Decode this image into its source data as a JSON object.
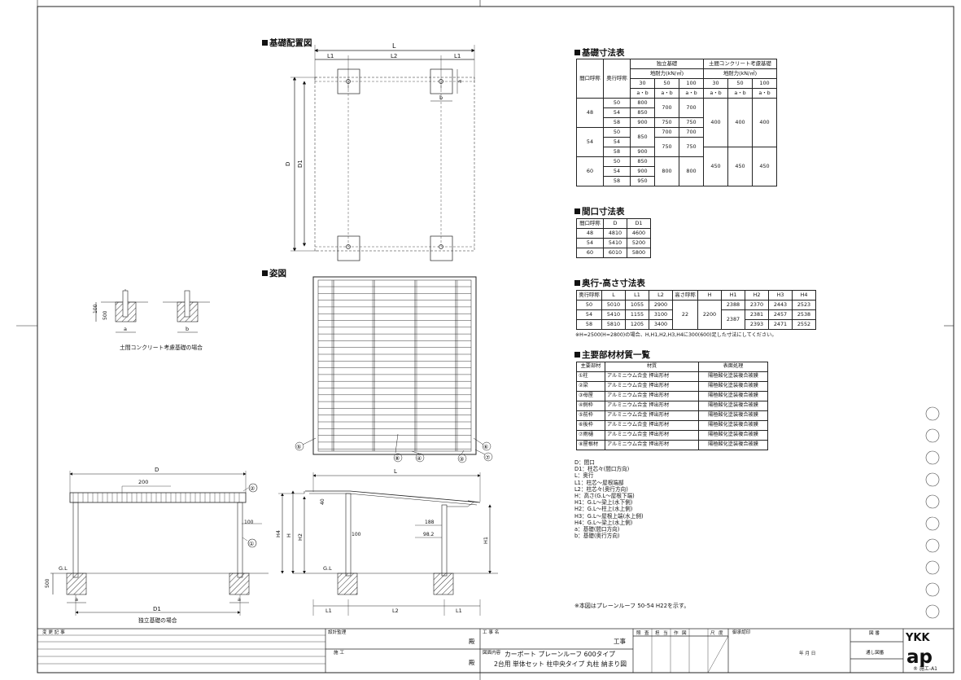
{
  "sections": {
    "layout": "基礎配置図",
    "elevation": "姿図",
    "foundation_table": "基礎寸法表",
    "frontage_table": "間口寸法表",
    "depth_height_table": "奥行-高さ寸法表",
    "materials_table": "主要部材材質一覧"
  },
  "foundation_table": {
    "h_frontage": "間口呼称",
    "h_depth": "奥行呼称",
    "h_independent": "独立基礎",
    "h_soil": "土間コンクリート考慮基礎",
    "h_bearing": "地耐力(kN/㎡)",
    "loads": [
      "30",
      "50",
      "100"
    ],
    "ab": "a・b",
    "g48": "48",
    "g54": "54",
    "g60": "60",
    "d": [
      "50",
      "54",
      "58"
    ],
    "r48": {
      "c30": [
        "800",
        "850",
        "900"
      ],
      "c50a": "700",
      "c50b": "750",
      "c100a": "700",
      "c100b": "750",
      "s": "400"
    },
    "r54": {
      "c30a": "850",
      "c30b": "900",
      "c50a": "700",
      "c50b": "750",
      "c100a": "700",
      "c100b": "750"
    },
    "r60": {
      "c30": [
        "850",
        "900",
        "950"
      ],
      "c50": "800",
      "c100": "800",
      "s": "450"
    }
  },
  "frontage_table": {
    "headers": [
      "間口呼称",
      "D",
      "D1"
    ],
    "rows": [
      [
        "48",
        "4810",
        "4600"
      ],
      [
        "54",
        "5410",
        "5200"
      ],
      [
        "60",
        "6010",
        "5800"
      ]
    ]
  },
  "depth_height_table": {
    "headers": [
      "奥行呼称",
      "L",
      "L1",
      "L2",
      "高さ呼称",
      "H",
      "H1",
      "H2",
      "H3",
      "H4"
    ],
    "rows": [
      [
        "50",
        "5010",
        "1055",
        "2900"
      ],
      [
        "54",
        "5410",
        "1155",
        "3100"
      ],
      [
        "58",
        "5810",
        "1205",
        "3400"
      ]
    ],
    "height_code": "22",
    "h": "2200",
    "h1": [
      "2388",
      "2387"
    ],
    "h2": [
      "2370",
      "2381",
      "2393"
    ],
    "h3": [
      "2443",
      "2457",
      "2471"
    ],
    "h4": [
      "2523",
      "2538",
      "2552"
    ],
    "note": "※H=2500(H=2800)の場合、H,H1,H2,H3,H4に300(600)足した寸法にしてください。"
  },
  "materials_table": {
    "headers": [
      "主要部材",
      "材質",
      "表面処理"
    ],
    "parts": [
      "①柱",
      "②梁",
      "③母屋",
      "④側枠",
      "⑤前枠",
      "⑥後枠",
      "⑦雨樋",
      "⑧屋根材"
    ],
    "material": "アルミニウム合金 押出形材",
    "finish": "陽極酸化塗装複合被膜"
  },
  "legend": [
    "D：間口",
    "D1：柱芯々(間口方向)",
    "L：奥行",
    "L1：柱芯～屋根端部",
    "L2：柱芯々(奥行方向)",
    "H：高さ(G.L～屋根下端)",
    "H1：G.L～梁上(水下側)",
    "H2：G.L～柱上(水上側)",
    "H3：G.L～屋根上端(水上側)",
    "H4：G.L～梁上(水上側)",
    "a：基礎(間口方向)",
    "b：基礎(奥行方向)"
  ],
  "footnote": "※本図はプレーンルーフ 50-54 H22を示す。",
  "drawing": {
    "dim_L": "L",
    "dim_L1": "L1",
    "dim_L2": "L2",
    "dim_D": "D",
    "dim_D1": "D1",
    "dim_a": "a",
    "dim_b": "b",
    "dim_H": "H",
    "dim_H1": "H1",
    "dim_H2": "H2",
    "dim_H4": "H4",
    "gl": "G.L",
    "v100": "100",
    "v500": "500",
    "v200": "200",
    "v40": "40",
    "v188": "188",
    "v98": "98.2",
    "soil_caption": "土間コンクリート考慮基礎の場合",
    "indep_caption": "独立基礎の場合",
    "callouts": [
      "①",
      "②",
      "③",
      "④",
      "⑤",
      "⑥",
      "⑦",
      "⑧"
    ]
  },
  "title_block": {
    "change_record": "変 更 記 事",
    "design_supervisor": "設計監理",
    "contractor": "施 工",
    "honorific": "殿",
    "project_name": "工 事 名",
    "project_suffix": "工事",
    "drawing_content": "図面内容",
    "title1": "カーポート プレーンルーフ 600タイプ",
    "title2": "2台用 単体セット 柱中央タイプ 丸柱 納まり図",
    "stamps": [
      "照",
      "査",
      "担",
      "当",
      "作",
      "図",
      "尺",
      "度"
    ],
    "approval": "御承認印",
    "date": "年  月  日",
    "drawing_no": "図 番",
    "sheet": "通し図番",
    "logo1": "YKK",
    "logo2": "ap",
    "code": "® 施エ-A1"
  }
}
